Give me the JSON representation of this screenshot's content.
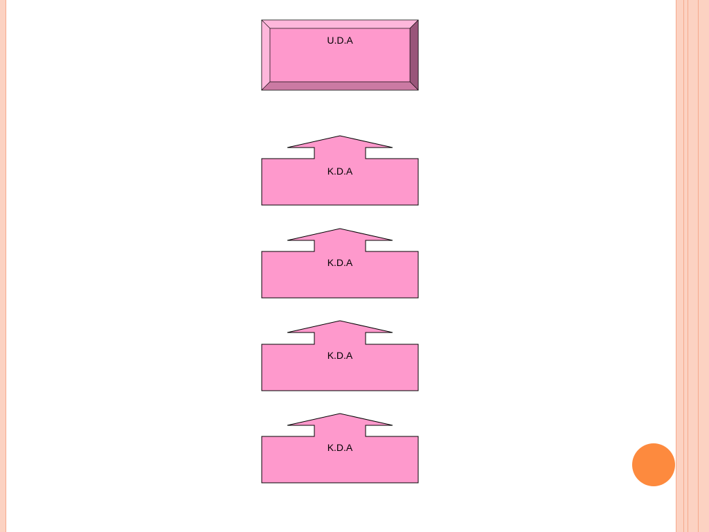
{
  "top_box": {
    "label": "U.D.A"
  },
  "stack_boxes": [
    {
      "label": "K.D.A"
    },
    {
      "label": "K.D.A"
    },
    {
      "label": "K.D.A"
    },
    {
      "label": "K.D.A"
    }
  ],
  "colors": {
    "box_fill": "#fe99cc",
    "bevel_light": "#feb7db",
    "bevel_dark": "#99567a",
    "bevel_bottom": "#cb7aa3",
    "outline": "#000000",
    "accent_circle": "#fd8a3e",
    "border_light": "#fcd2c2",
    "border_line": "#f6a98c"
  }
}
